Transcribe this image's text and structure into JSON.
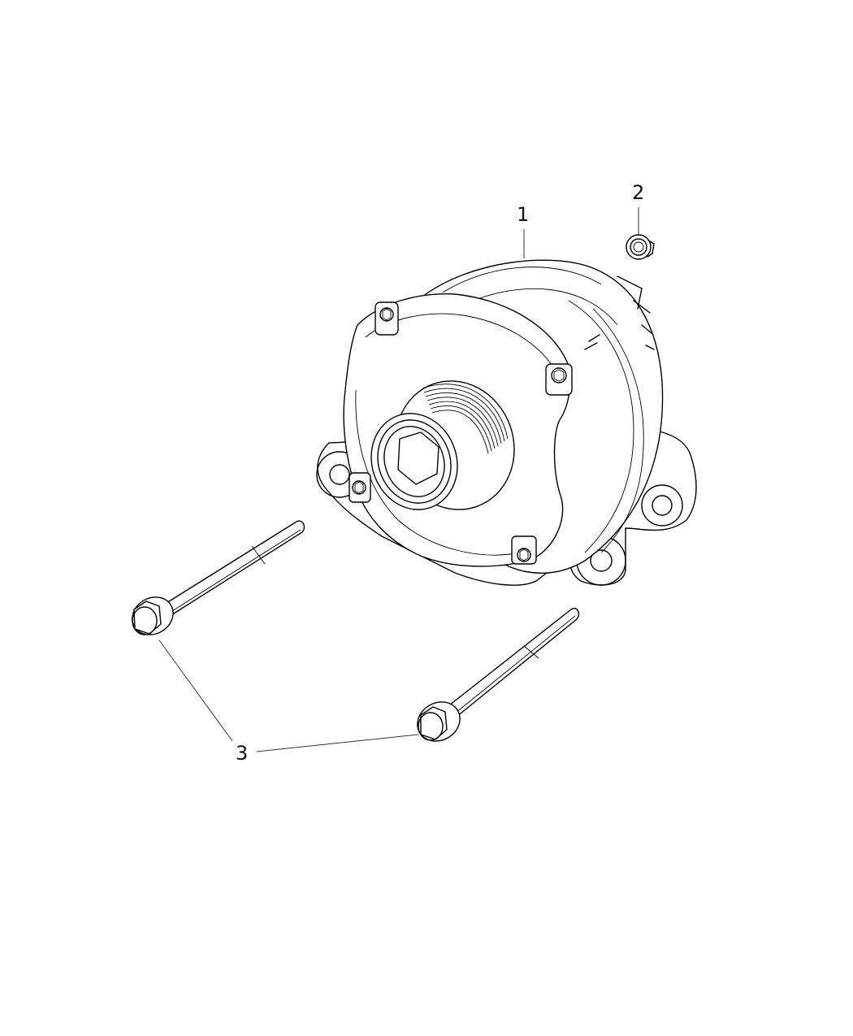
{
  "diagram": {
    "subject": "Alternator and mounting hardware",
    "callouts": [
      {
        "id": "1",
        "label": "1",
        "part": "alternator"
      },
      {
        "id": "2",
        "label": "2",
        "part": "nut"
      },
      {
        "id": "3",
        "label": "3",
        "part": "bolt"
      }
    ]
  }
}
